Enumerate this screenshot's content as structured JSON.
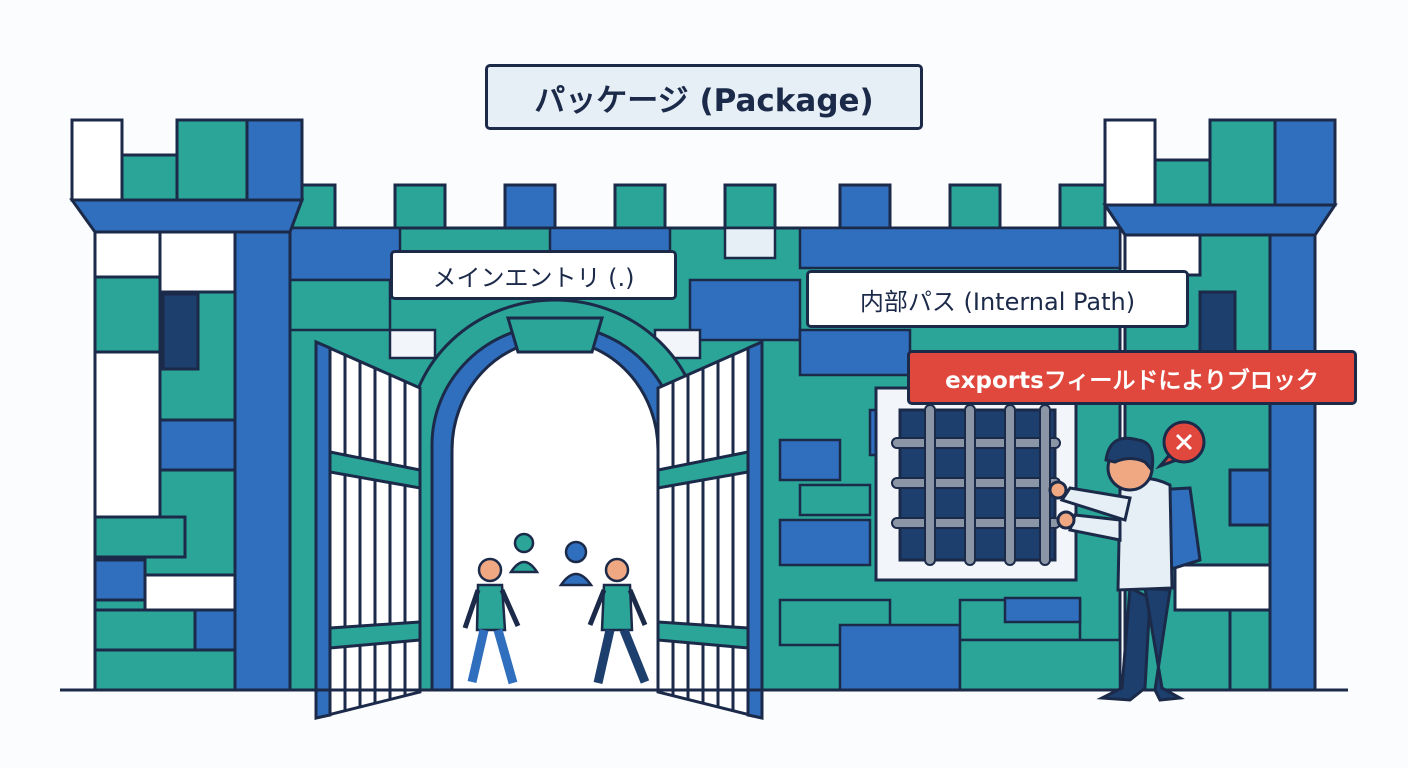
{
  "labels": {
    "package": "パッケージ (Package)",
    "main_entry": "メインエントリ (.)",
    "internal_path": "内部パス (Internal Path)",
    "blocked": "exportsフィールドによりブロック"
  },
  "icons": {
    "castle": "castle-wall",
    "gate": "open-gate",
    "window": "barred-window",
    "people": "person-icon",
    "error": "x-circle-icon",
    "student": "blocked-visitor"
  },
  "colors": {
    "teal": "#2aa597",
    "blue": "#2f6fbe",
    "navy": "#1c2a4a",
    "red": "#e0483e",
    "light": "#e6eff6"
  }
}
